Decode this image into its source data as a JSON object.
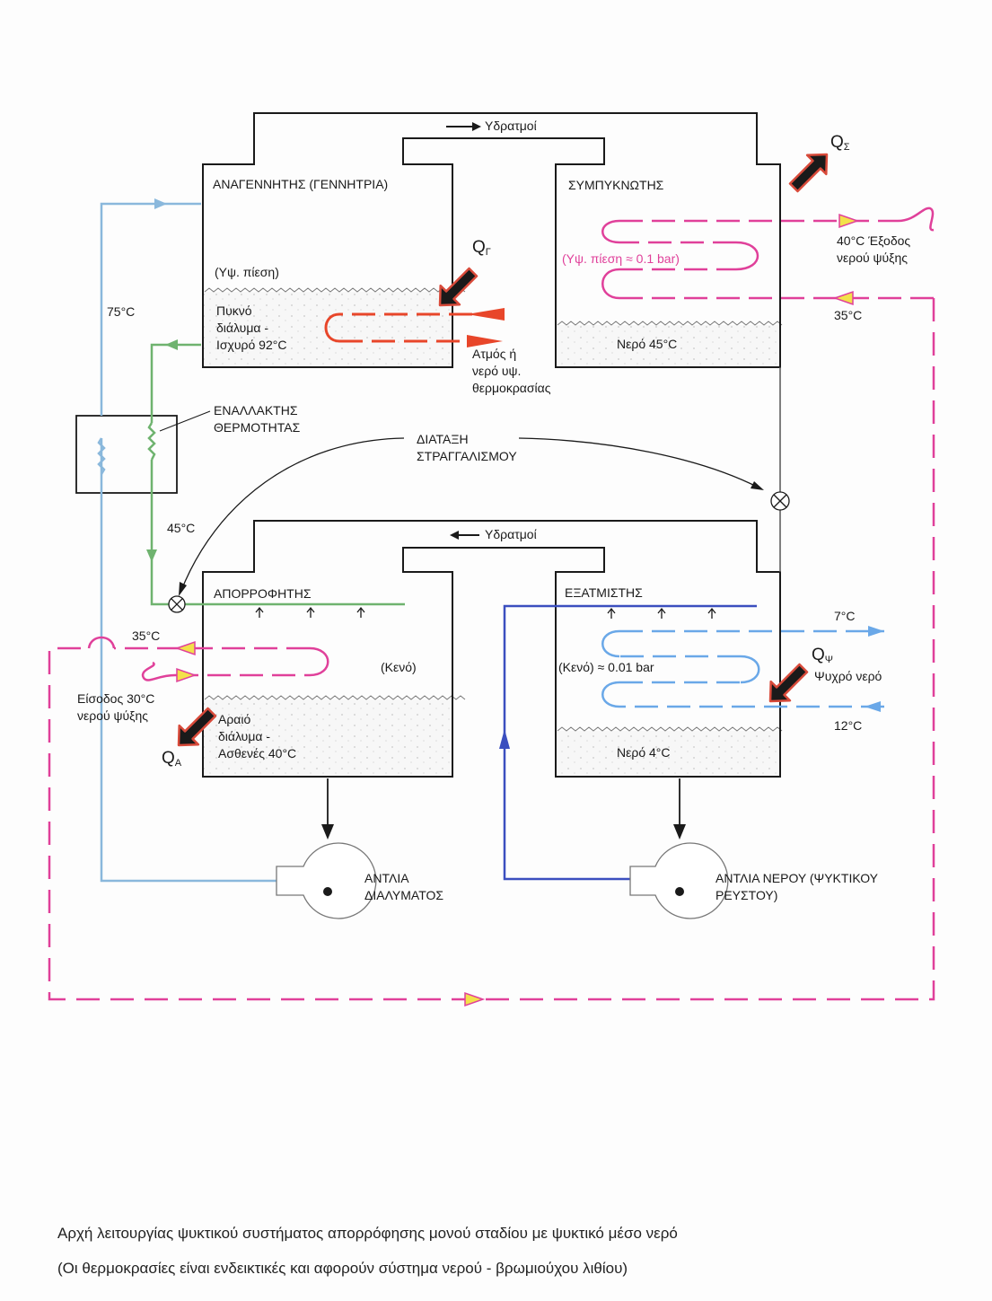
{
  "labels": {
    "vapors_top": "Υδρατμοί",
    "vapors_bottom": "Υδρατμοί",
    "generator": "ΑΝΑΓΕΝΝΗΤΗΣ (ΓΕΝΝΗΤΡΙΑ)",
    "generator_pressure": "(Υψ. πίεση)",
    "strong_solution": [
      "Πυκνό",
      "διάλυμα -",
      "Ισχυρό 92°C"
    ],
    "heat_source": [
      "Ατμός ή",
      "νερό υψ.",
      "θερμοκρασίας"
    ],
    "condenser": "ΣΥΜΠΥΚΝΩΤΗΣ",
    "condenser_pressure": "(Υψ. πίεση ≈ 0.1 bar)",
    "condenser_water": "Νερό 45°C",
    "cooling_water_out": [
      "40°C Έξοδος",
      "νερού ψύξης"
    ],
    "temp_35_condenser": "35°C",
    "temp_75": "75°C",
    "heat_exchanger": [
      "ΕΝΑΛΛΑΚΤΗΣ",
      "ΘΕΡΜΟΤΗΤΑΣ"
    ],
    "throttling": [
      "ΔΙΑΤΑΞΗ",
      "ΣΤΡΑΓΓΑΛΙΣΜΟΥ"
    ],
    "temp_45": "45°C",
    "absorber": "ΑΠΟΡΡΟΦΗΤΗΣ",
    "absorber_vacuum": "(Κενό)",
    "weak_solution": [
      "Αραιό",
      "διάλυμα -",
      "Ασθενές 40°C"
    ],
    "temp_35_absorber": "35°C",
    "cooling_water_in": [
      "Είσοδος 30°C",
      "νερού ψύξης"
    ],
    "evaporator": "ΕΞΑΤΜΙΣΤΗΣ",
    "evaporator_pressure": "(Κενό) ≈ 0.01 bar",
    "evaporator_water": "Νερό 4°C",
    "temp_7": "7°C",
    "temp_12": "12°C",
    "chilled_water": "Ψυχρό νερό",
    "solution_pump": [
      "ΑΝΤΛΙΑ",
      "ΔΙΑΛΥΜΑΤΟΣ"
    ],
    "water_pump": [
      "ΑΝΤΛΙΑ ΝΕΡΟΥ (ΨΥΚΤΙΚΟΥ",
      "ΡΕΥΣΤΟΥ)"
    ]
  },
  "heat_flows": {
    "generator": {
      "q": "Q",
      "sub": "Γ"
    },
    "condenser": {
      "q": "Q",
      "sub": "Σ"
    },
    "absorber": {
      "q": "Q",
      "sub": "A"
    },
    "evaporator": {
      "q": "Q",
      "sub": "Ψ"
    }
  },
  "caption": {
    "line1": "Αρχή λειτουργίας ψυκτικού συστήματος απορρόφησης μονού σταδίου με ψυκτικό μέσο νερό",
    "line2": "(Οι θερμοκρασίες είναι ενδεικτικές και αφορούν σύστημα νερού - βρωμιούχου λιθίου)"
  },
  "colors": {
    "outline": "#1a1a1a",
    "cooling_water": "#e0409a",
    "heat_supply": "#e8462a",
    "strong_solution_line": "#6fb36f",
    "weak_solution_line": "#8ab8dc",
    "refrigerant_liquid": "#3b4fbf",
    "chilled_water_coil": "#6aa8e8",
    "heat_arrow_fill": "#1a1a1a",
    "heat_arrow_glow": "#d84a3a"
  }
}
